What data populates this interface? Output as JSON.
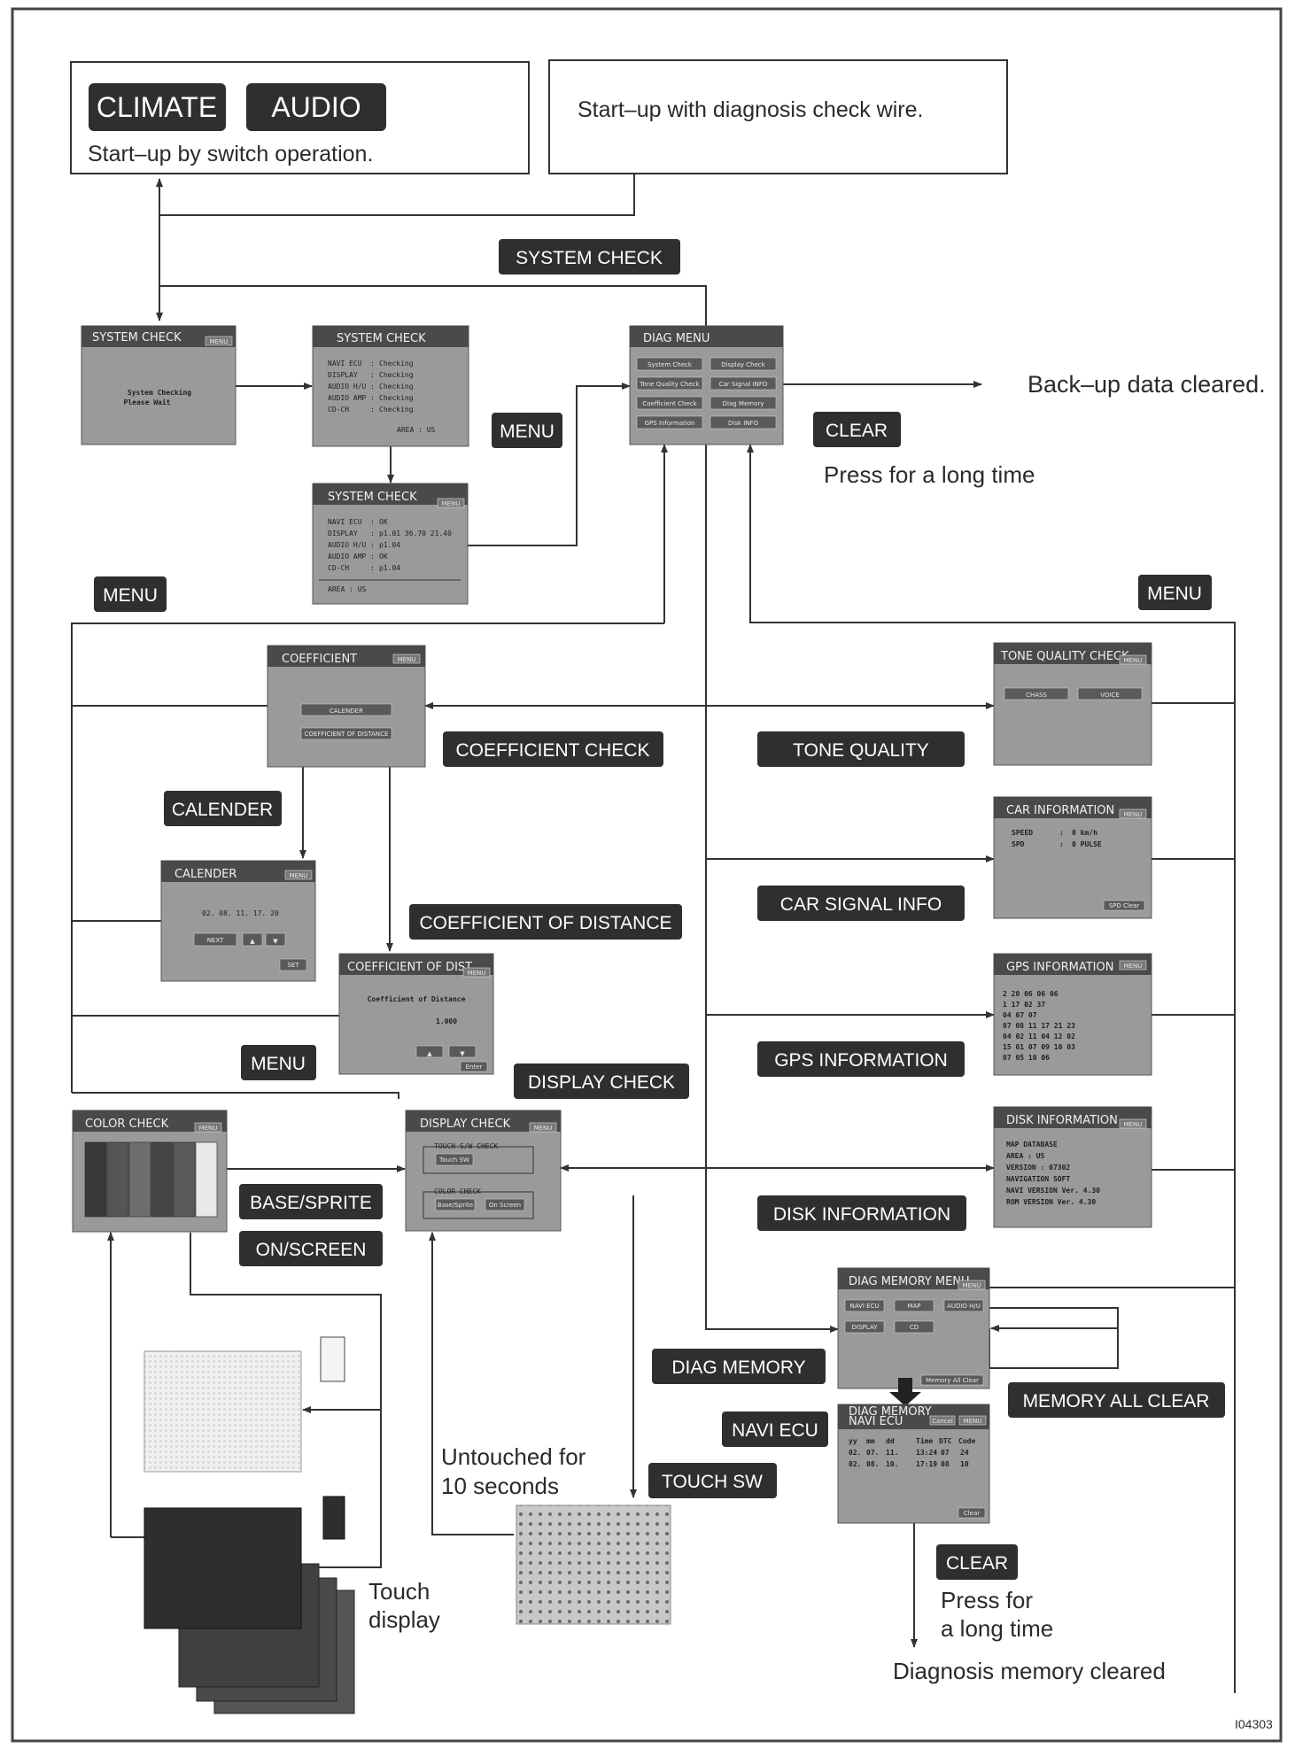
{
  "top": {
    "climate": "CLIMATE",
    "audio": "AUDIO",
    "switch_startup": "Start–up by switch operation.",
    "wire_startup": "Start–up with diagnosis check wire."
  },
  "labels": {
    "system_check": "SYSTEM CHECK",
    "menu": "MENU",
    "clear": "CLEAR",
    "press_long": "Press for a long time",
    "backup_cleared": "Back–up data cleared.",
    "coefficient_check": "COEFFICIENT CHECK",
    "tone_quality": "TONE QUALITY",
    "calender": "CALENDER",
    "coefficient_of_distance": "COEFFICIENT OF DISTANCE",
    "car_signal_info": "CAR SIGNAL INFO",
    "gps_information": "GPS INFORMATION",
    "display_check": "DISPLAY CHECK",
    "base_sprite": "BASE/SPRITE",
    "on_screen": "ON/SCREEN",
    "disk_information": "DISK INFORMATION",
    "diag_memory": "DIAG MEMORY",
    "memory_all_clear": "MEMORY ALL CLEAR",
    "navi_ecu": "NAVI ECU",
    "touch_sw": "TOUCH SW",
    "untouched_1": "Untouched for",
    "untouched_2": "10 seconds",
    "touch_1": "Touch",
    "touch_2": "display",
    "press_for": "Press for",
    "a_long_time": "a long time",
    "diag_mem_cleared": "Diagnosis memory cleared",
    "figure_id": "I04303"
  },
  "screens": {
    "syscheck1": {
      "title": "SYSTEM CHECK",
      "menu": "MENU",
      "l1": "System Checking",
      "l2": "Please Wait"
    },
    "syscheck2": {
      "title": "SYSTEM CHECK",
      "area": "AREA : US",
      "rows": [
        [
          "NAVI ECU",
          ":",
          "Checking"
        ],
        [
          "DISPLAY",
          ":",
          "Checking"
        ],
        [
          "AUDIO H/U",
          ":",
          "Checking"
        ],
        [
          "AUDIO AMP",
          ":",
          "Checking"
        ],
        [
          "CD-CH",
          ":",
          "Checking"
        ]
      ]
    },
    "syscheck3": {
      "title": "SYSTEM CHECK",
      "menu": "MENU",
      "area": "AREA : US",
      "rows": [
        [
          "NAVI ECU",
          ":",
          "OK"
        ],
        [
          "DISPLAY",
          ":",
          "p1.01 36.70 21.40"
        ],
        [
          "AUDIO H/U",
          ":",
          "p1.04"
        ],
        [
          "AUDIO AMP",
          ":",
          "OK"
        ],
        [
          "CD-CH",
          ":",
          "p1.04"
        ]
      ]
    },
    "diagmenu": {
      "title": "DIAG MENU",
      "buttons": [
        "System Check",
        "Display Check",
        "Tone Quality Check",
        "Car Signal INFO",
        "Coefficient Check",
        "Diag Memory",
        "GPS Information",
        "Disk INFO"
      ]
    },
    "coefficient": {
      "title": "COEFFICIENT",
      "menu": "MENU",
      "b1": "CALENDER",
      "b2": "COEFFICIENT OF DISTANCE"
    },
    "calender": {
      "title": "CALENDER",
      "menu": "MENU",
      "date": "02.  08.  11.  17.  20",
      "next": "NEXT",
      "up": "▲",
      "down": "▼",
      "set": "SET"
    },
    "coefdist": {
      "title": "COEFFICIENT OF DIST.",
      "menu": "MENU",
      "heading": "Coefficient of Distance",
      "value": "1.000",
      "up": "▲",
      "down": "▼",
      "enter": "Enter"
    },
    "colorcheck": {
      "title": "COLOR CHECK",
      "menu": "MENU"
    },
    "displaycheck": {
      "title": "DISPLAY CHECK",
      "menu": "MENU",
      "g1": "TOUCH S/W CHECK",
      "b1": "Touch SW",
      "g2": "COLOR CHECK",
      "b2": "Base/Sprite",
      "b3": "On Screen"
    },
    "tone": {
      "title": "TONE QUALITY CHECK",
      "menu": "MENU",
      "b1": "CHASS",
      "b2": "VOICE"
    },
    "carinfo": {
      "title": "CAR INFORMATION",
      "menu": "MENU",
      "rows": [
        [
          "SPEED",
          ":",
          "0 km/h"
        ],
        [
          "SPD",
          ":",
          "0 PULSE"
        ]
      ],
      "clear": "SPD Clear"
    },
    "gps": {
      "title": "GPS INFORMATION",
      "menu": "MENU",
      "rows": [
        "2  20  06          06  06",
        "1  17  02  37",
        "   04  07  07",
        "07  08  11  17  21  23",
        "04  02  11  04  12  02",
        "15  01  07  09  10  03",
        "07  05  10  06"
      ]
    },
    "disk": {
      "title": "DISK INFORMATION",
      "menu": "MENU",
      "rows": [
        "MAP DATABASE",
        "  AREA       : US",
        "  VERSION    : 07302",
        "NAVIGATION SOFT",
        "  NAVI VERSION  Ver. 4.30",
        "  ROM VERSION   Ver. 4.30"
      ]
    },
    "diagmem": {
      "title": "DIAG MEMORY MENU",
      "menu": "MENU",
      "buttons": [
        "NAVI ECU",
        "MAP",
        "AUDIO H/U",
        "DISPLAY",
        "CD"
      ],
      "clear": "Memory All Clear"
    },
    "diagmem2": {
      "title1": "DIAG MEMORY",
      "title2": "NAVI ECU",
      "cancel": "Cancel",
      "menu": "MENU",
      "rows": [
        [
          "yy",
          "mm",
          "dd",
          "Time",
          "DTC",
          "Code"
        ],
        [
          "02.",
          "07.",
          "11.",
          "13:24",
          "07",
          "24"
        ],
        [
          "02.",
          "08.",
          "10.",
          "17:19",
          "08",
          "10"
        ]
      ],
      "clear": "Clear"
    }
  },
  "colors": {
    "label_bg": "#2f2f2f",
    "screen_bg": "#9a9a9a",
    "screen_title": "#4a4a4a",
    "line": "#333333",
    "bars": [
      "#3a3a3a",
      "#555555",
      "#6e6e6e",
      "#454545",
      "#5a5a5a",
      "#e8e8e8"
    ]
  }
}
